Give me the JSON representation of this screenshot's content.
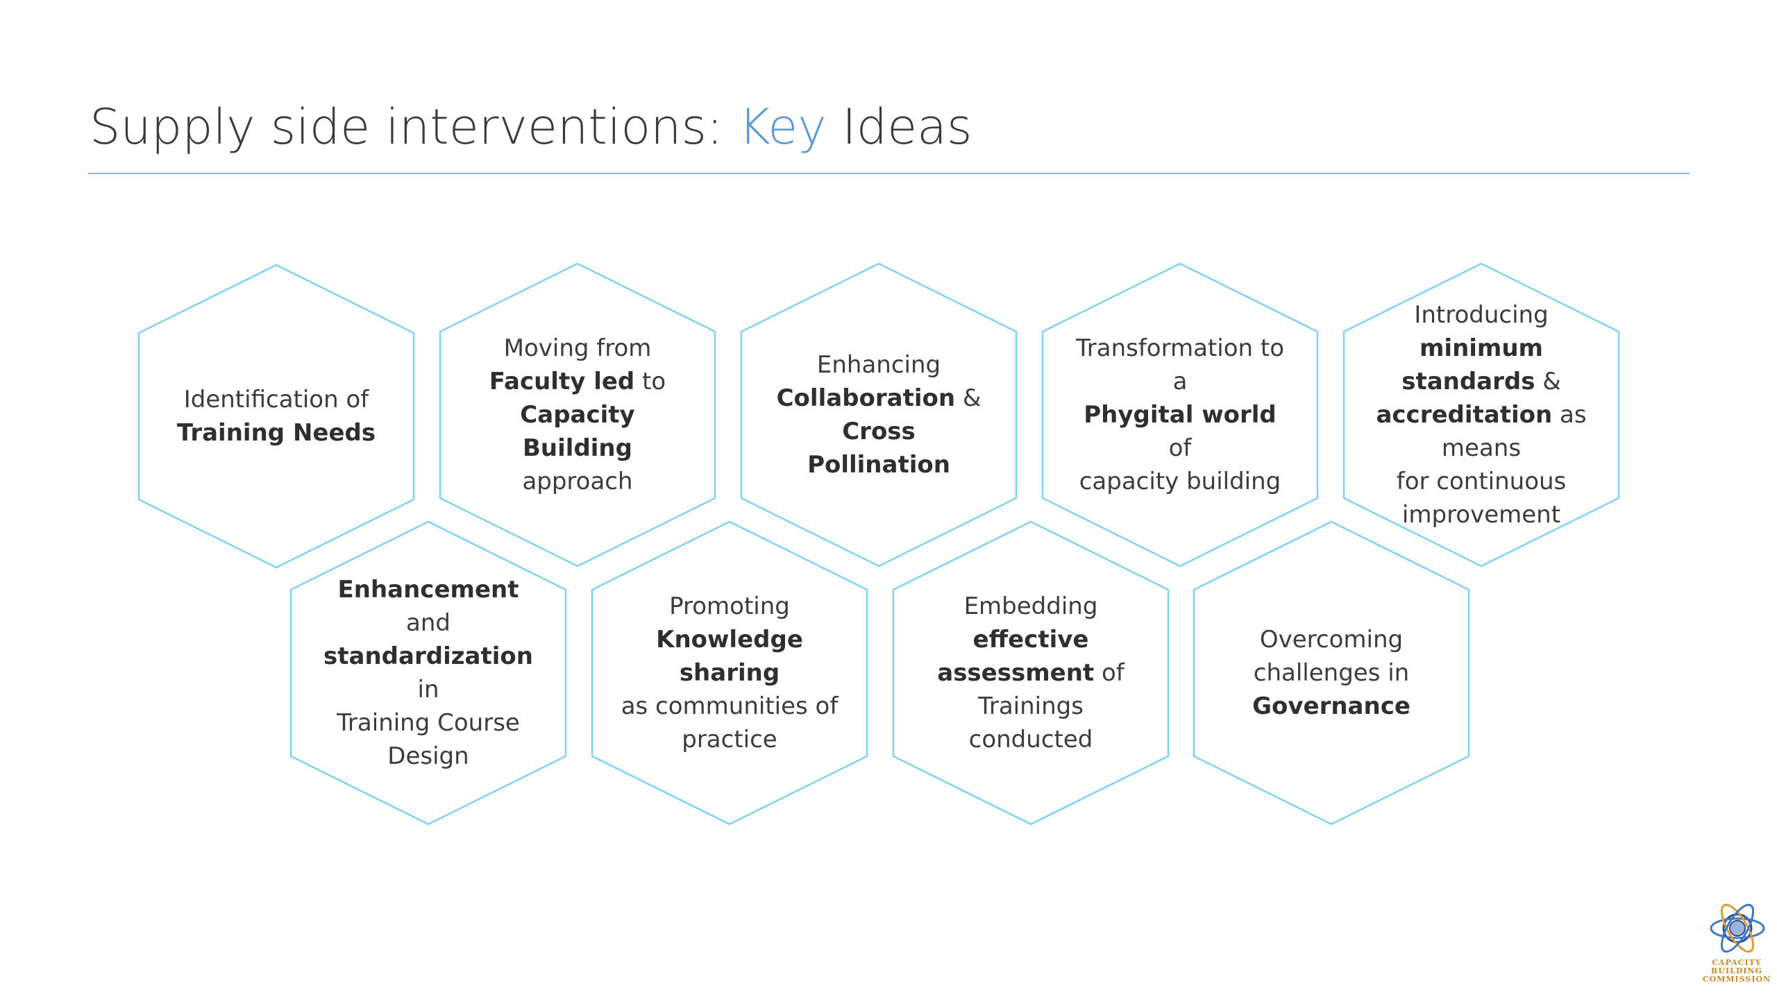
{
  "slide": {
    "title_prefix": "Supply side interventions: ",
    "title_accent": "Key",
    "title_suffix": " Ideas"
  },
  "colors": {
    "accent": "#5b9bd5",
    "rule": "#8fb6e0",
    "hex_outline": "#7fd3f0"
  },
  "hexagons": [
    {
      "segments": [
        {
          "text": "Identification of",
          "bold": false,
          "br": true
        },
        {
          "text": "Training Needs",
          "bold": true
        }
      ]
    },
    {
      "segments": [
        {
          "text": "Moving from",
          "bold": false,
          "br": true
        },
        {
          "text": "Faculty led",
          "bold": true
        },
        {
          "text": " to",
          "bold": false,
          "br": true
        },
        {
          "text": "Capacity Building",
          "bold": true,
          "br": true
        },
        {
          "text": "approach",
          "bold": false
        }
      ]
    },
    {
      "segments": [
        {
          "text": "Enhancing",
          "bold": false,
          "br": true
        },
        {
          "text": "Collaboration",
          "bold": true
        },
        {
          "text": " &",
          "bold": false,
          "br": true
        },
        {
          "text": "Cross Pollination",
          "bold": true
        }
      ]
    },
    {
      "segments": [
        {
          "text": "Transformation to a",
          "bold": false,
          "br": true
        },
        {
          "text": "Phygital world",
          "bold": true
        },
        {
          "text": " of",
          "bold": false,
          "br": true
        },
        {
          "text": "capacity building",
          "bold": false
        }
      ]
    },
    {
      "segments": [
        {
          "text": "Introducing ",
          "bold": false
        },
        {
          "text": "minimum",
          "bold": true,
          "br": true
        },
        {
          "text": "standards",
          "bold": true
        },
        {
          "text": " &",
          "bold": false,
          "br": true
        },
        {
          "text": "accreditation",
          "bold": true
        },
        {
          "text": " as means",
          "bold": false,
          "br": true
        },
        {
          "text": "for continuous",
          "bold": false,
          "br": true
        },
        {
          "text": "improvement",
          "bold": false
        }
      ]
    },
    {
      "segments": [
        {
          "text": "Enhancement",
          "bold": true
        },
        {
          "text": " and",
          "bold": false,
          "br": true
        },
        {
          "text": "standardization",
          "bold": true
        },
        {
          "text": " in",
          "bold": false,
          "br": true
        },
        {
          "text": "Training Course",
          "bold": false,
          "br": true
        },
        {
          "text": "Design",
          "bold": false
        }
      ]
    },
    {
      "segments": [
        {
          "text": "Promoting",
          "bold": false,
          "br": true
        },
        {
          "text": "Knowledge sharing",
          "bold": true,
          "br": true
        },
        {
          "text": "as communities of",
          "bold": false,
          "br": true
        },
        {
          "text": "practice",
          "bold": false
        }
      ]
    },
    {
      "segments": [
        {
          "text": "Embedding ",
          "bold": false
        },
        {
          "text": "effective",
          "bold": true,
          "br": true
        },
        {
          "text": "assessment",
          "bold": true
        },
        {
          "text": " of",
          "bold": false,
          "br": true
        },
        {
          "text": "Trainings conducted",
          "bold": false
        }
      ]
    },
    {
      "segments": [
        {
          "text": "Overcoming",
          "bold": false,
          "br": true
        },
        {
          "text": "challenges in",
          "bold": false,
          "br": true
        },
        {
          "text": "Governance",
          "bold": true
        }
      ]
    }
  ],
  "logo": {
    "line1": "CAPACITY",
    "line2": "BUILDING",
    "line3": "COMMISSION"
  }
}
